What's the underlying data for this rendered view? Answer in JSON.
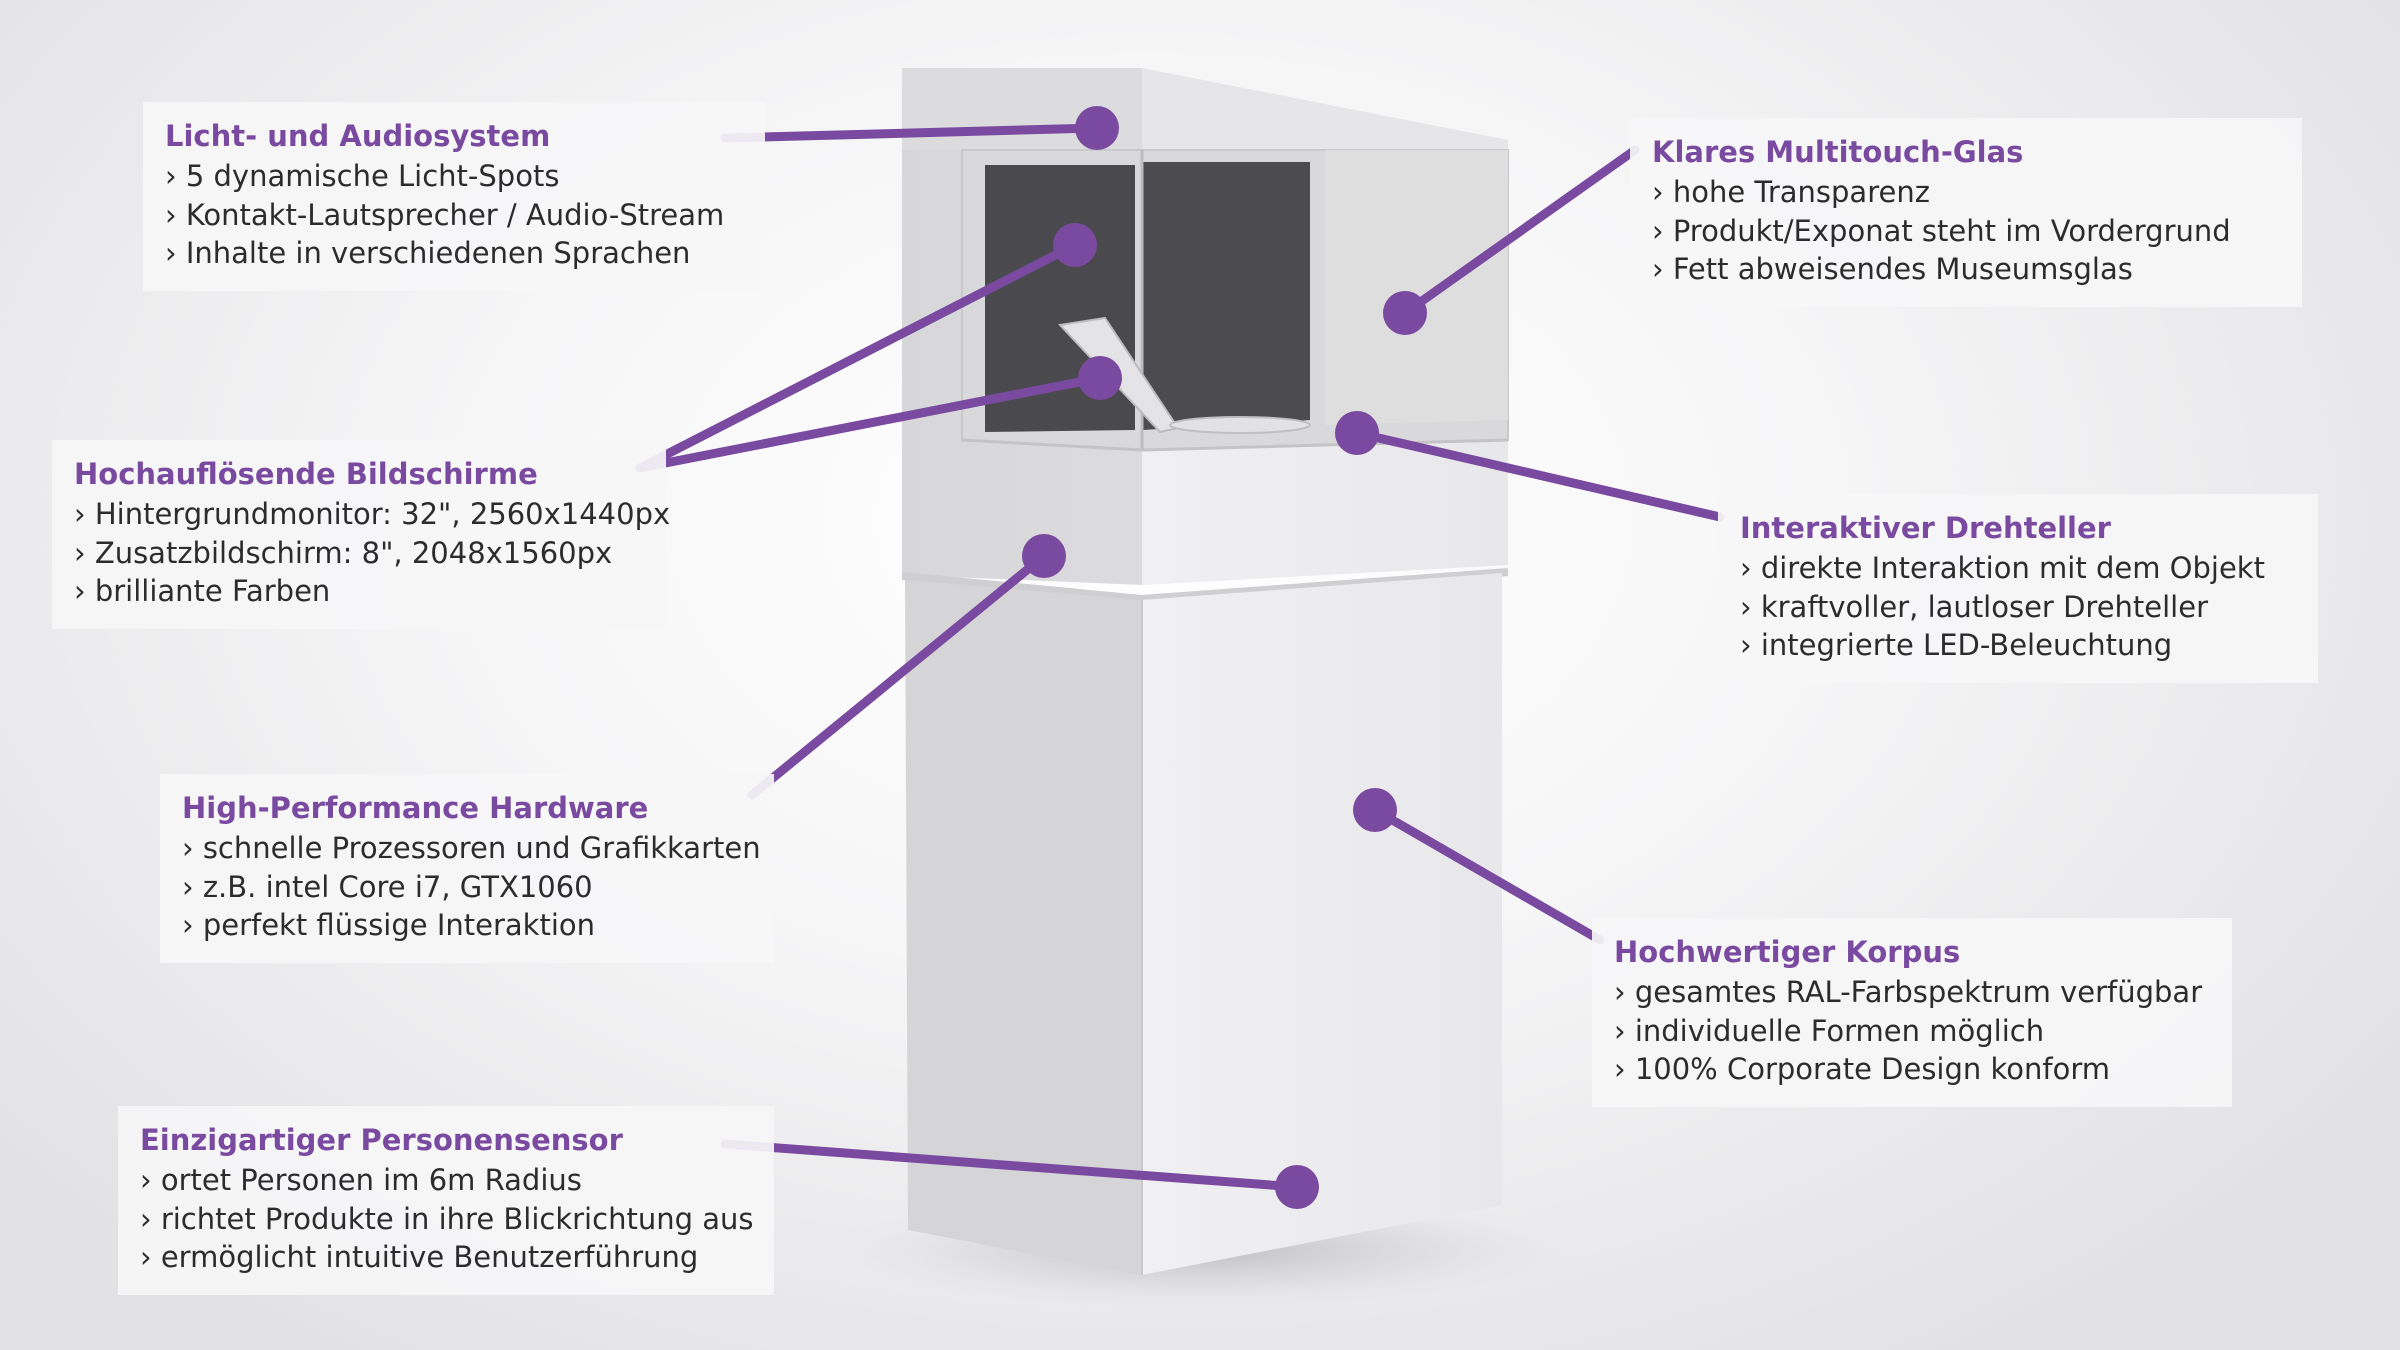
{
  "callouts": {
    "audio": {
      "title": "Licht- und Audiosystem",
      "items": [
        "5 dynamische Licht-Spots",
        "Kontakt-Lautsprecher / Audio-Stream",
        "Inhalte in verschiedenen Sprachen"
      ]
    },
    "screens": {
      "title": "Hochauflösende Bildschirme",
      "items": [
        "Hintergrundmonitor: 32\", 2560x1440px",
        "Zusatzbildschirm: 8\", 2048x1560px",
        "brilliante Farben"
      ]
    },
    "hardware": {
      "title": "High-Performance Hardware",
      "items": [
        "schnelle Prozessoren und Grafikkarten",
        "z.B. intel Core i7, GTX1060",
        "perfekt flüssige Interaktion"
      ]
    },
    "sensor": {
      "title": "Einzigartiger Personensensor",
      "items": [
        "ortet Personen im 6m Radius",
        "richtet Produkte in ihre Blickrichtung aus",
        "ermöglicht intuitive Benutzerführung"
      ]
    },
    "glass": {
      "title": "Klares Multitouch-Glas",
      "items": [
        "hohe Transparenz",
        "Produkt/Exponat steht im Vordergrund",
        "Fett abweisendes Museumsglas"
      ]
    },
    "turntable": {
      "title": "Interaktiver Drehteller",
      "items": [
        "direkte Interaktion mit dem Objekt",
        "kraftvoller, lautloser Drehteller",
        "integrierte LED-Beleuchtung"
      ]
    },
    "body": {
      "title": "Hochwertiger Korpus",
      "items": [
        "gesamtes RAL-Farbspektrum verfügbar",
        "individuelle Formen möglich",
        "100% Corporate Design konform"
      ]
    }
  },
  "colors": {
    "accent": "#7a4aa0",
    "text": "#2c2c2c"
  }
}
